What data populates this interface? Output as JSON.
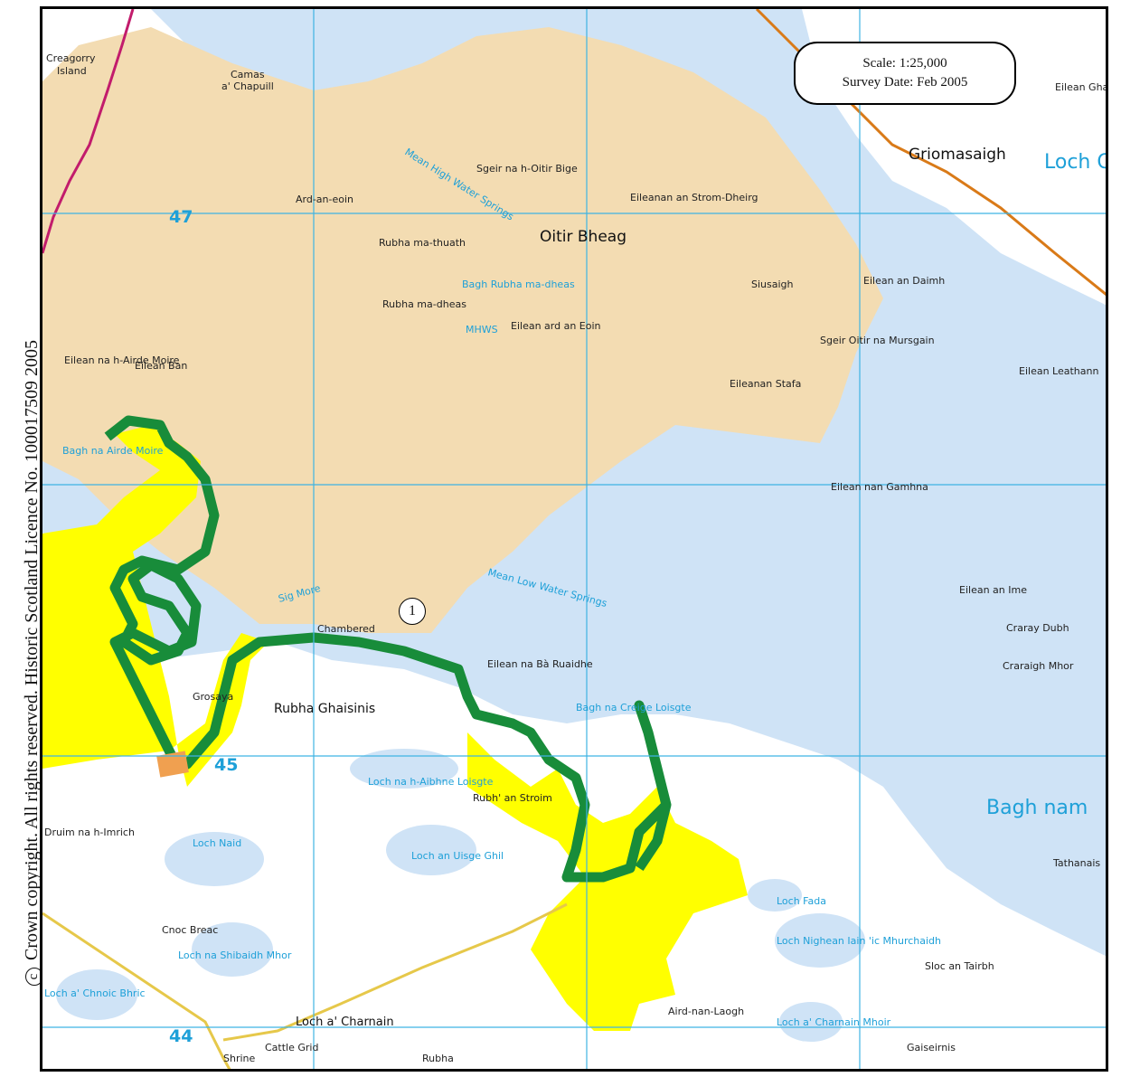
{
  "copyright": {
    "symbol": "c",
    "text": "Crown copyright. All rights reserved. Historic Scotland Licence No. 100017509 2005"
  },
  "scale_box": {
    "scale": "Scale: 1:25,000",
    "survey_date": "Survey Date: Feb 2005"
  },
  "marker": {
    "label": "1"
  },
  "grid_numbers": [
    "47",
    "45",
    "44"
  ],
  "place_names": {
    "creagorry": "Creagorry",
    "island": "Island",
    "camas": "Camas",
    "achapuill": "a' Chapuill",
    "ard_an_eoin": "Ard-an-eoin",
    "sgeir_oitir": "Sgeir na h-Oitir Bige",
    "eileanan_strom": "Eileanan an Strom-Dheirg",
    "oitir_bheag": "Oitir Bheag",
    "rubha_ma_thuath": "Rubha ma-thuath",
    "bagh_rubha": "Bagh Rubha ma-dheas",
    "rubha_ma_dheas": "Rubha ma-dheas",
    "eilean_ard": "Eilean ard an Eoin",
    "griomasaigh": "Griomasaigh",
    "loch_c": "Loch C",
    "siusaigh": "Siusaigh",
    "eilean_an_daimh": "Eilean an Daimh",
    "sgeir_oitir_mursgain": "Sgeir Oitir na Mursgain",
    "eileanan_stafa": "Eileanan Stafa",
    "eilean_leathann": "Eilean Leathann",
    "eilean_na_airde": "Eilean na h-Airde Moire",
    "eilean_ban": "Eilean Ban",
    "bagh_na_airde": "Bagh na Airde Moire",
    "eilean_nan_gamhna": "Eilean nan Gamhna",
    "mean_low": "Mean Low Water Springs",
    "mean_high": "Mean High Water Springs",
    "mhws": "MHWS",
    "sig_more": "Sig More",
    "chambered": "Chambered",
    "eilean_na_ba": "Eilean na Bà Ruaidhe",
    "rubha_ghaisinis": "Rubha Ghaisinis",
    "grosaya": "Grosaya",
    "eilean_an_ime": "Eilean an Ime",
    "craray_dubh": "Craray Dubh",
    "craraigh_mhor": "Craraigh Mhor",
    "bagh_na_creige": "Bagh na Creige Loisgte",
    "bagh_nam": "Bagh nam",
    "tathanais": "Tathanais",
    "loch_na_aibhne": "Loch na h-Aibhne Loisgte",
    "rubh_an_stroim": "Rubh' an Stroim",
    "druim_na": "Druim na h-Imrich",
    "loch_naid": "Loch Naid",
    "loch_an_uisge": "Loch an Uisge Ghil",
    "loch_fada": "Loch Fada",
    "loch_nighean": "Loch Nighean Iain 'ic Mhurchaidh",
    "sloc_an_tairbh": "Sloc an Tairbh",
    "cnoc_breac": "Cnoc Breac",
    "loch_na_shibaidh": "Loch na Shibaidh Mhor",
    "loch_a_chnoic": "Loch a' Chnoic Bhric",
    "loch_a_charnain": "Loch a' Charnain",
    "aird_nan_laogh": "Aird-nan-Laogh",
    "loch_a_charnain_mhoir": "Loch a' Charnain Mhoir",
    "gaiseirnis": "Gaiseirnis",
    "shrine": "Shrine",
    "cattle_grid": "Cattle Grid",
    "rubha": "Rubha",
    "eilean_gharb": "Eilean Gharb"
  },
  "colors": {
    "sea": "#cfe3f6",
    "sand": "#f3dcb2",
    "land": "#ffffff",
    "boundary_green": "#188c3a",
    "highlight_yellow": "#ffff00",
    "grid_blue": "#3fb3e3",
    "road_magenta": "#c21c6c",
    "road_orange": "#d97a18",
    "marker_orange": "#f0a050"
  }
}
